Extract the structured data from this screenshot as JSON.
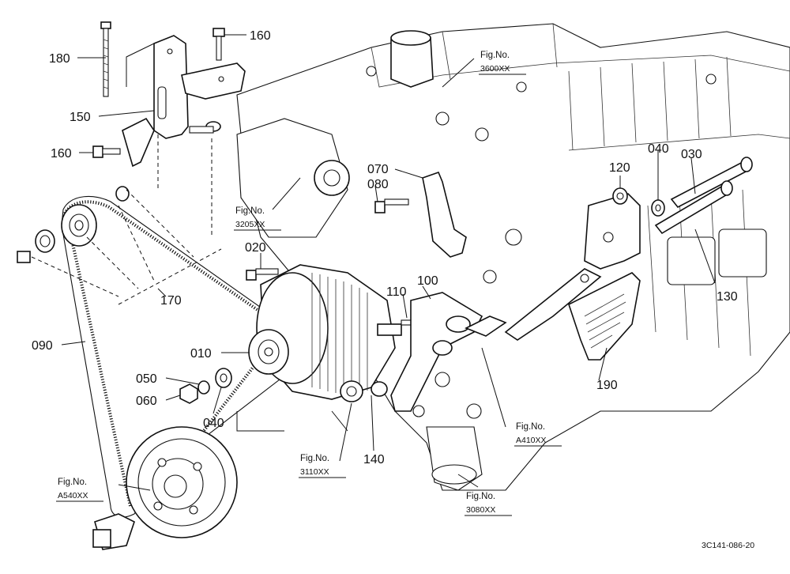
{
  "labels": {
    "p180": "180",
    "p160a": "160",
    "p150": "150",
    "p160b": "160",
    "p170": "170",
    "p090": "090",
    "p020": "020",
    "p010": "010",
    "p050": "050",
    "p060": "060",
    "p040a": "040",
    "p070": "070",
    "p080": "080",
    "p120": "120",
    "p040b": "040",
    "p030": "030",
    "p130": "130",
    "p110": "110",
    "p100": "100",
    "p190": "190",
    "p140": "140"
  },
  "fig_refs": {
    "f3600": {
      "label": "Fig.No.",
      "code": "3600XX"
    },
    "f3205": {
      "label": "Fig.No.",
      "code": "3205XX"
    },
    "f3110": {
      "label": "Fig.No.",
      "code": "3110XX"
    },
    "fA410": {
      "label": "Fig.No.",
      "code": "A410XX"
    },
    "f3080": {
      "label": "Fig.No.",
      "code": "3080XX"
    },
    "fA540": {
      "label": "Fig.No.",
      "code": "A540XX"
    }
  },
  "drawing_code": "3C141-086-20"
}
